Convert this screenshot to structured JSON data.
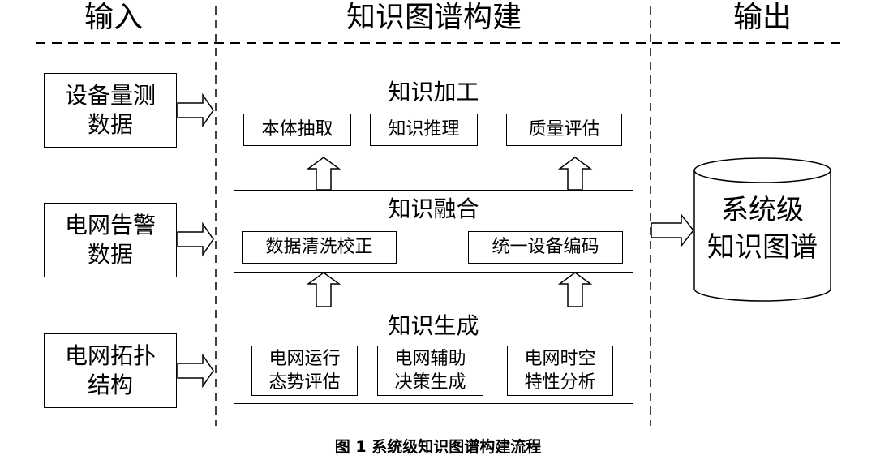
{
  "headers": {
    "input": "输入",
    "build": "知识图谱构建",
    "output": "输出"
  },
  "inputs": [
    {
      "line1": "设备量测",
      "line2": "数据"
    },
    {
      "line1": "电网告警",
      "line2": "数据"
    },
    {
      "line1": "电网拓扑",
      "line2": "结构"
    }
  ],
  "layers": {
    "processing": {
      "title": "知识加工",
      "items": [
        "本体抽取",
        "知识推理",
        "质量评估"
      ]
    },
    "fusion": {
      "title": "知识融合",
      "items": [
        "数据清洗校正",
        "统一设备编码"
      ]
    },
    "generation": {
      "title": "知识生成",
      "items": [
        {
          "line1": "电网运行",
          "line2": "态势评估"
        },
        {
          "line1": "电网辅助",
          "line2": "决策生成"
        },
        {
          "line1": "电网时空",
          "line2": "特性分析"
        }
      ]
    }
  },
  "output": {
    "line1": "系统级",
    "line2": "知识图谱"
  },
  "caption": "图 1  系统级知识图谱构建流程"
}
